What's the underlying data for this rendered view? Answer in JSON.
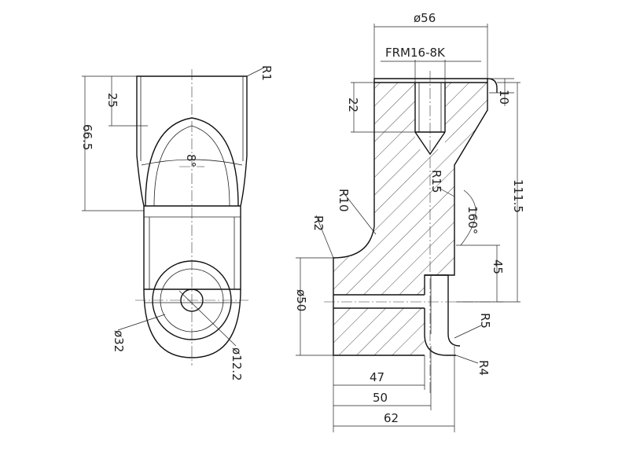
{
  "labels": {
    "r1": "R1",
    "h25": "25",
    "h66_5": "66.5",
    "ang8": "8°",
    "dia32": "ø32",
    "dia12_2": "ø12.2",
    "dia56": "ø56",
    "thread": "FRM16-8K",
    "t10": "10",
    "d22": "22",
    "r15": "R15",
    "ang160": "160°",
    "r10": "R10",
    "r2": "R2",
    "h111_5": "111.5",
    "h45": "45",
    "dia50": "ø50",
    "r5": "R5",
    "r4": "R4",
    "w47": "47",
    "w50": "50",
    "w62": "62"
  }
}
